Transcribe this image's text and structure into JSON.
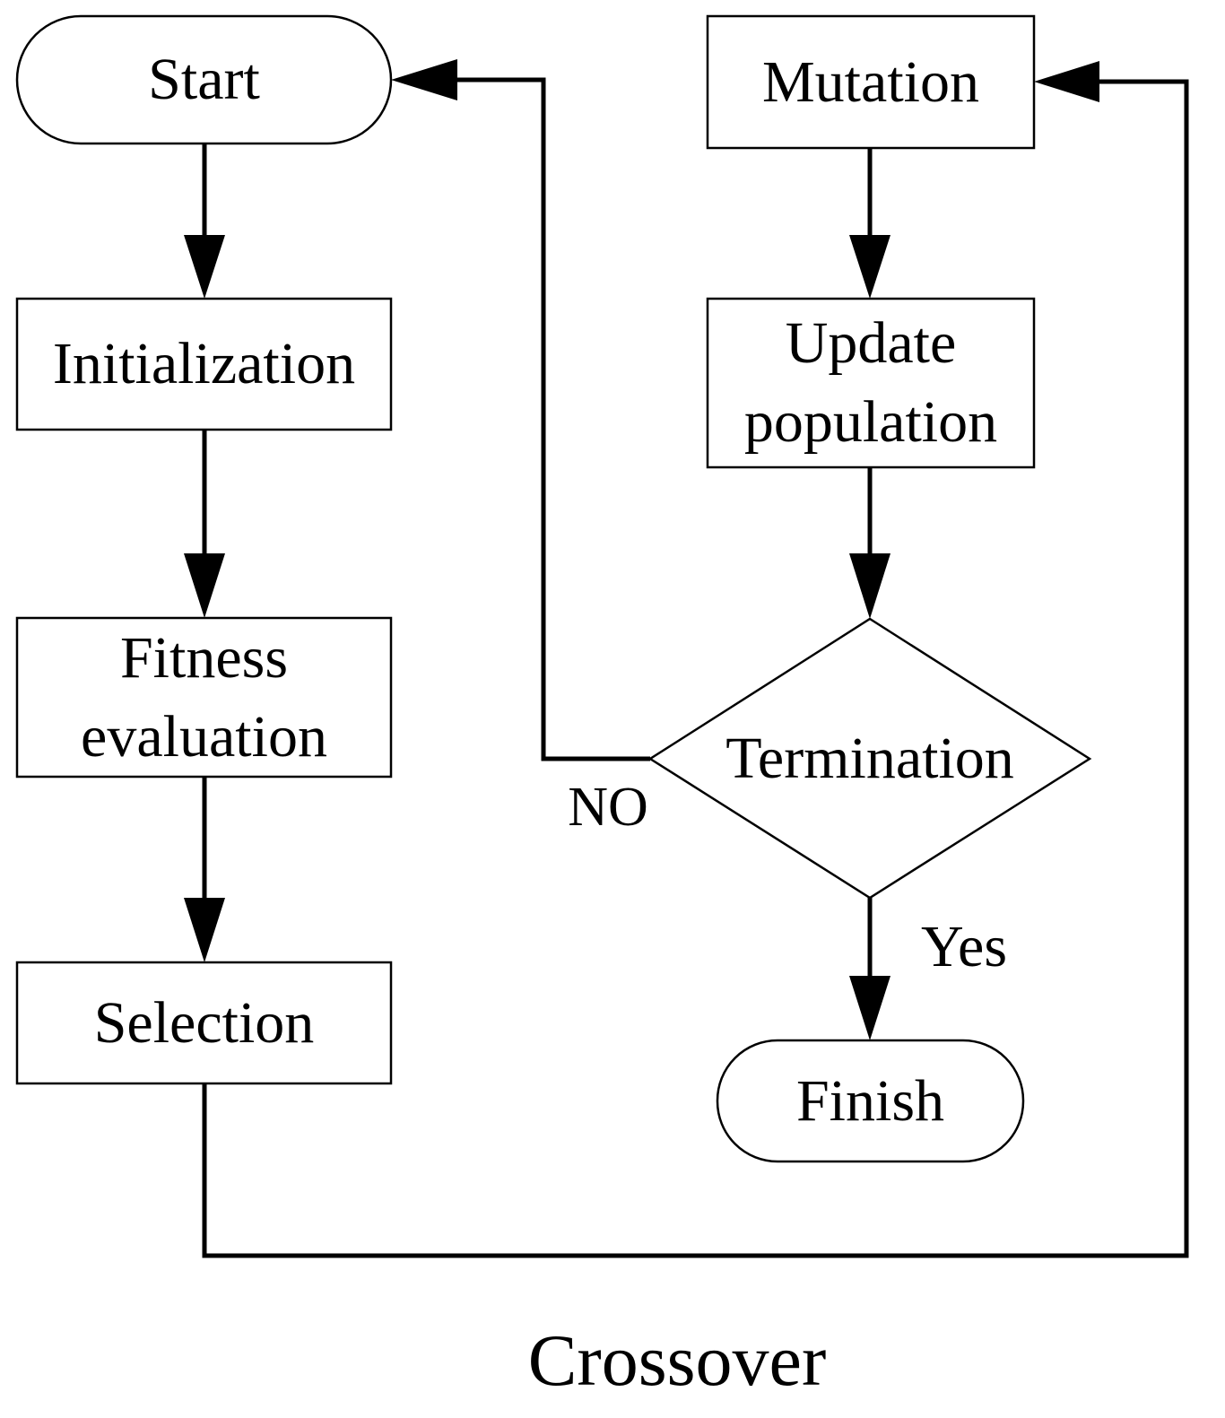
{
  "nodes": {
    "start": "Start",
    "initialization": "Initialization",
    "fitness_line1": "Fitness",
    "fitness_line2": "evaluation",
    "selection": "Selection",
    "mutation": "Mutation",
    "update_line1": "Update",
    "update_line2": "population",
    "termination": "Termination",
    "finish": "Finish"
  },
  "edge_labels": {
    "no": "NO",
    "yes": "Yes"
  },
  "caption": "Crossover"
}
